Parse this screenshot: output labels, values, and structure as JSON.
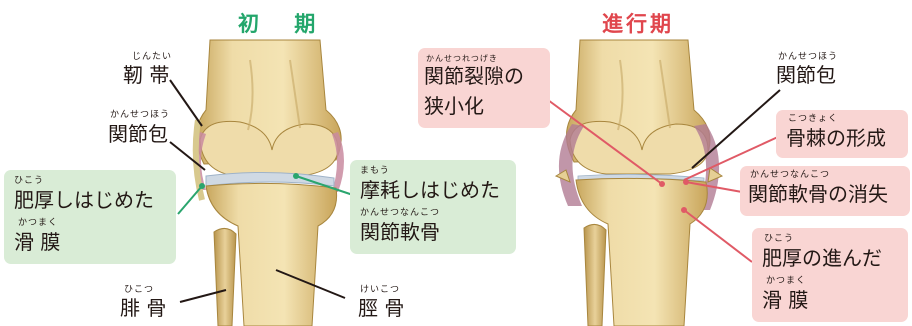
{
  "titles": {
    "early": "初 期",
    "advanced": "進行期"
  },
  "early": {
    "ligament": {
      "ruby": "じんたい",
      "text": "靭 帯"
    },
    "capsule": {
      "ruby": "かんせつほう",
      "text": "関節包"
    },
    "synovium": {
      "ruby1": "ひこう",
      "line1": "肥厚しはじめた",
      "ruby2": "かつまく",
      "line2": "滑 膜"
    },
    "wear": {
      "ruby1": "まもう",
      "line1": "摩耗しはじめた",
      "ruby2": "かんせつなんこつ",
      "line2": "関節軟骨"
    },
    "fibula": {
      "ruby": "ひこつ",
      "text": "腓 骨"
    },
    "tibia": {
      "ruby": "けいこつ",
      "text": "脛 骨"
    }
  },
  "advanced": {
    "gap": {
      "ruby": "かんせつれつげき",
      "line1": "関節裂隙の",
      "line2": "狭小化"
    },
    "capsule": {
      "ruby": "かんせつほう",
      "text": "関節包"
    },
    "osteophyte": {
      "ruby": "こつきょく",
      "text": "骨棘の形成"
    },
    "cartilage": {
      "ruby": "かんせつなんこつ",
      "text": "関節軟骨の消失"
    },
    "synovium": {
      "ruby1": "ひこう",
      "line1": "肥厚の進んだ",
      "ruby2": "かつまく",
      "line2": "滑 膜"
    }
  },
  "colors": {
    "early_title": "#23a66b",
    "advanced_title": "#e0464d",
    "green_box": "#d9ecd6",
    "pink_box": "#f9d5d3",
    "green_line": "#2aa56e",
    "pink_line": "#e05a66",
    "bone": "#e9d49a",
    "cartilage": "#cfd9e4",
    "synovium": "#c98ba0"
  }
}
